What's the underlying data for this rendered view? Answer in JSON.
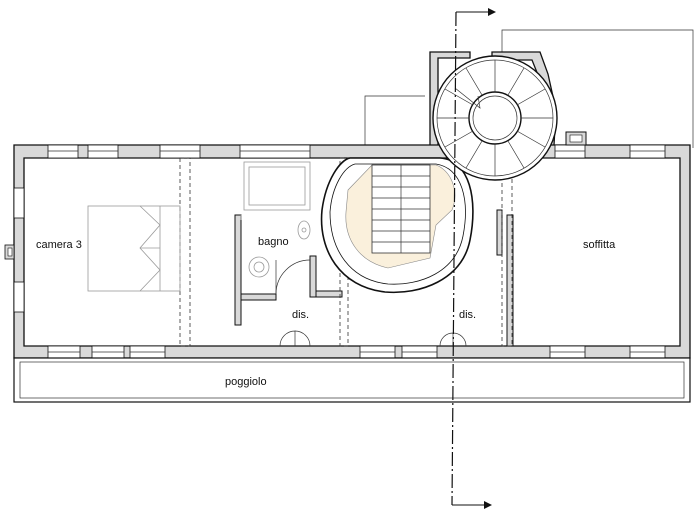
{
  "rooms": {
    "camera3": "camera 3",
    "bagno": "bagno",
    "dis_left": "dis.",
    "dis_right": "dis.",
    "soffitta": "soffitta",
    "poggiolo": "poggiolo"
  },
  "colors": {
    "wall_fill": "#d9d9d9",
    "line": "#111111",
    "furniture": "#9a9a9a",
    "stair_fill": "#faf0dc"
  }
}
